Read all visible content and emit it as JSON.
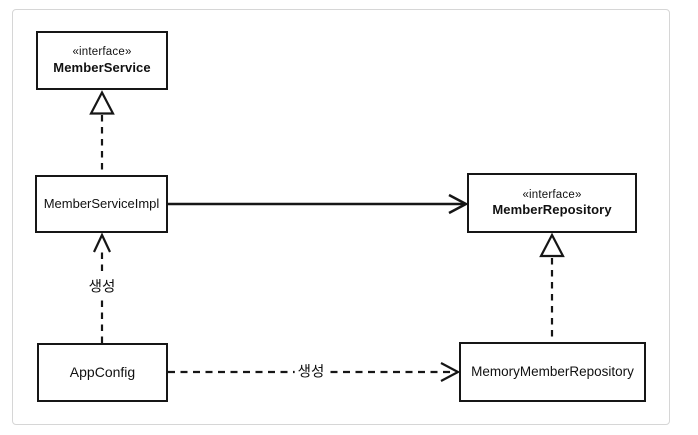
{
  "diagram": {
    "kind": "uml-class-diagram",
    "colors": {
      "line": "#161616",
      "box_border": "#161616",
      "box_fill": "#ffffff",
      "frame_border": "#d6d6d6",
      "background": "#ffffff",
      "text": "#111111"
    },
    "nodes": {
      "member_service": {
        "stereotype": "«interface»",
        "name": "MemberService"
      },
      "member_service_impl": {
        "name": "MemberServiceImpl"
      },
      "member_repository": {
        "stereotype": "«interface»",
        "name": "MemberRepository"
      },
      "app_config": {
        "name": "AppConfig"
      },
      "memory_member_repository": {
        "name": "MemoryMemberRepository"
      }
    },
    "edges": [
      {
        "from": "MemberServiceImpl",
        "to": "MemberService",
        "type": "realization",
        "line": "dashed",
        "arrowhead": "hollow-triangle",
        "label": ""
      },
      {
        "from": "MemberServiceImpl",
        "to": "MemberRepository",
        "type": "association",
        "line": "solid",
        "arrowhead": "open",
        "label": ""
      },
      {
        "from": "MemoryMemberRepository",
        "to": "MemberRepository",
        "type": "realization",
        "line": "dashed",
        "arrowhead": "hollow-triangle",
        "label": ""
      },
      {
        "from": "AppConfig",
        "to": "MemberServiceImpl",
        "type": "dependency",
        "line": "dashed",
        "arrowhead": "open",
        "label": "생성"
      },
      {
        "from": "AppConfig",
        "to": "MemoryMemberRepository",
        "type": "dependency",
        "line": "dashed",
        "arrowhead": "open",
        "label": "생성"
      }
    ],
    "labels": {
      "create_vertical": "생성",
      "create_horizontal": "생성"
    }
  }
}
